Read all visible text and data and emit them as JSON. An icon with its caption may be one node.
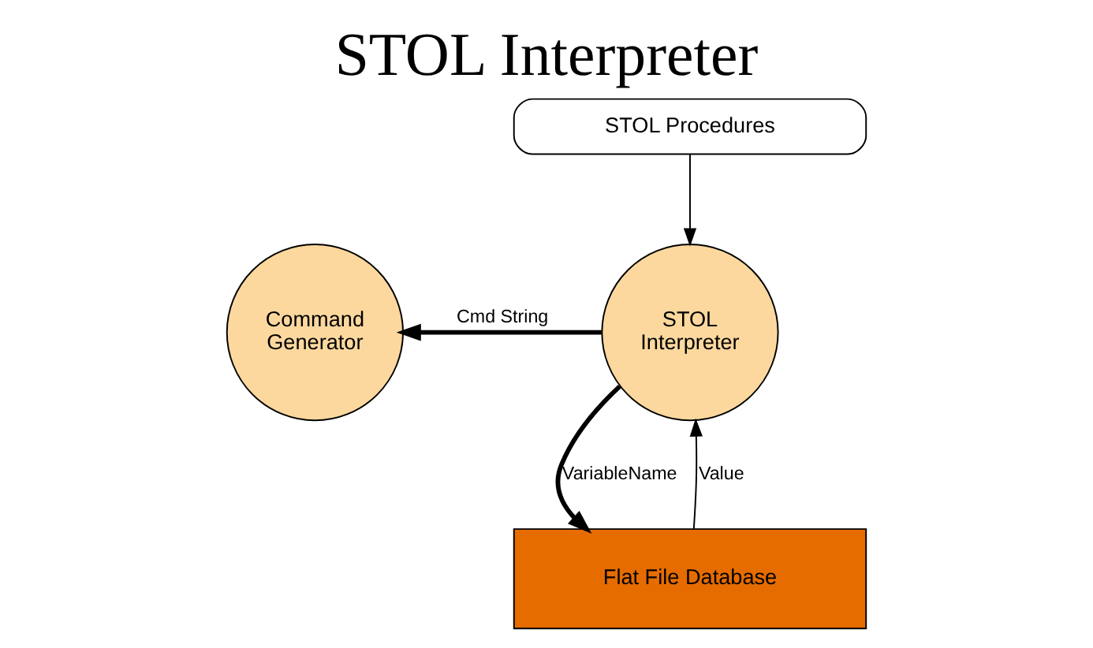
{
  "diagram": {
    "title": "STOL Interpreter",
    "nodes": [
      {
        "text": [
          "STOL Procedures"
        ]
      },
      {
        "text": [
          "Command Generator"
        ]
      },
      {
        "text": [
          "STOL Interpreter"
        ]
      },
      {
        "text": [
          "Flat File Database"
        ]
      }
    ],
    "edges": [
      {
        "from": 0,
        "to": 2,
        "arrow": "to"
      },
      {
        "from": 2,
        "to": 1,
        "arrow": "to",
        "label": "Cmd String",
        "style": "thick"
      },
      {
        "from": 2,
        "to": 3,
        "arrow": "to",
        "label": "VariableName",
        "style": "thick"
      },
      {
        "from": 3,
        "to": 2,
        "arrow": "to",
        "label": "Value"
      }
    ]
  }
}
